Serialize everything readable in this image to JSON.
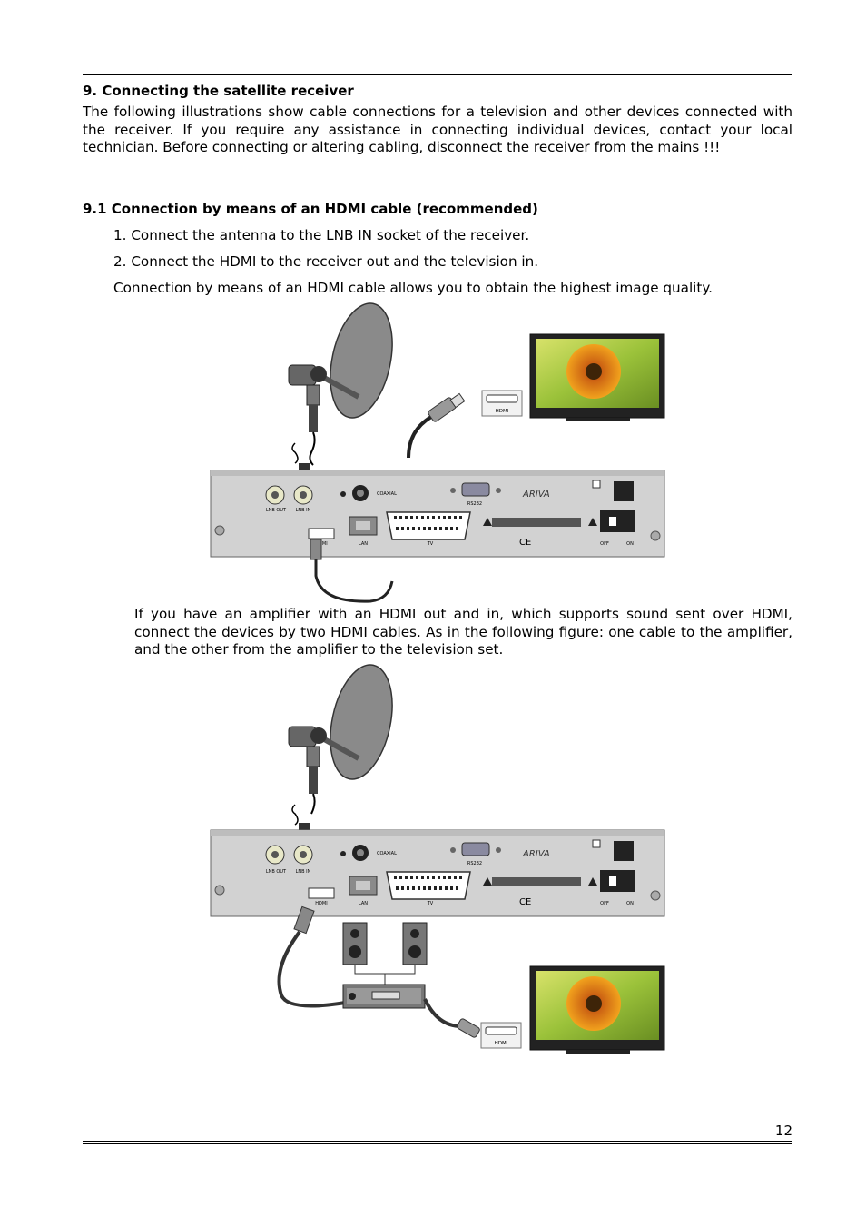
{
  "section": {
    "title": "9. Connecting the satellite receiver",
    "intro": "The following illustrations show cable connections for a television and other devices connected with the receiver. If you require any assistance in connecting individual devices, contact your local technician. Before connecting or altering cabling, disconnect the receiver from the mains !!!"
  },
  "subsection": {
    "title": "9.1 Connection by means of an HDMI cable (recommended)",
    "steps": [
      "1. Connect the antenna to the LNB IN socket of the receiver.",
      "2. Connect the HDMI to the receiver out and the television in."
    ],
    "summary": "Connection by means of an HDMI cable allows you to obtain the highest image quality.",
    "amplifier_note": "If you have an amplifier with an HDMI out and in, which supports sound sent over HDMI, connect the devices by two HDMI cables. As in the following figure: one cable to the amplifier, and the other from the amplifier to the television set."
  },
  "panel_labels": {
    "lnb_out": "LNB OUT",
    "lnb_in": "LNB IN",
    "coaxial": "COAXIAL",
    "rs232": "RS232",
    "brand": "ARIVA",
    "hdmi": "HDMI",
    "lan": "LAN",
    "tv": "TV",
    "off": "OFF",
    "on": "ON",
    "hdmi_port_label": "HDMI",
    "ce_mark": "CE"
  },
  "page_number": "12"
}
